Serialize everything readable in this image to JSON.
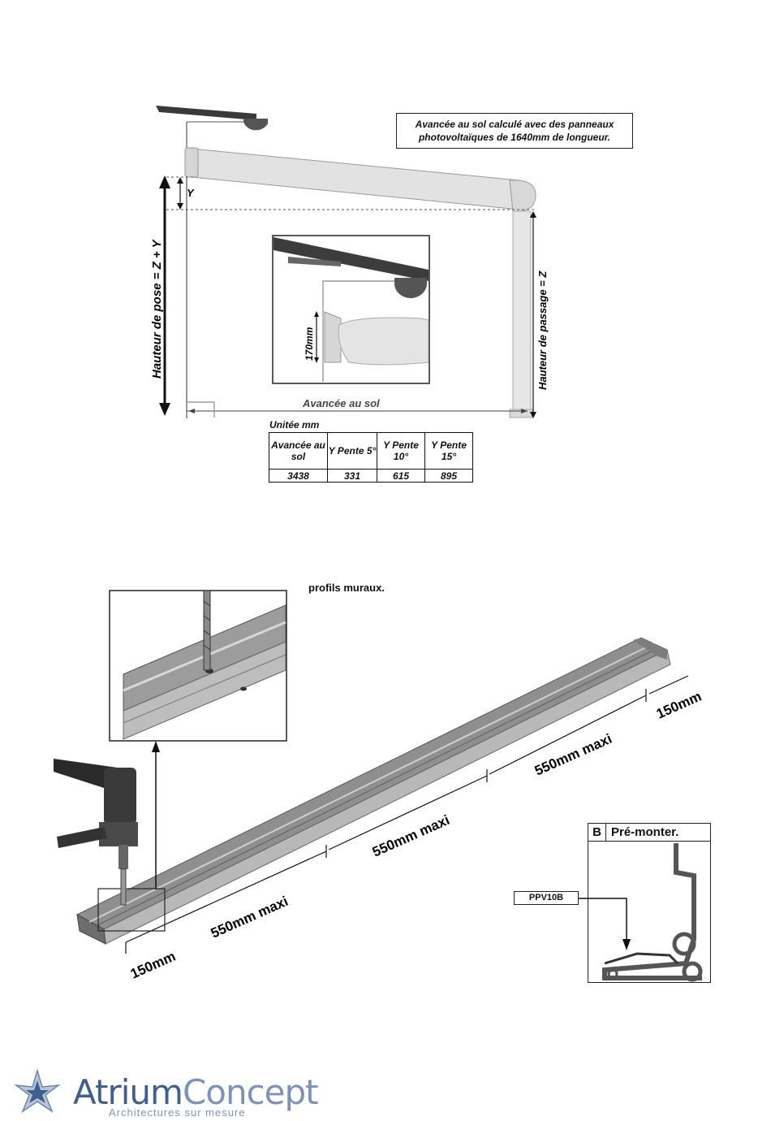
{
  "top_figure": {
    "note": "Avancée au sol calculé avec des panneaux photovoltaïques de 1640mm de longueur.",
    "label_y": "Y",
    "label_hauteur_pose": "Hauteur de pose = Z + Y",
    "label_hauteur_passage": "Hauteur de passage = Z",
    "label_170": "170mm",
    "label_avancee": "Avancée au sol"
  },
  "table": {
    "unit_label": "Unitée mm",
    "headers": [
      "Avancée au sol",
      "Y Pente 5°",
      "Y Pente 10°",
      "Y Pente 15°"
    ],
    "row": [
      "3438",
      "331",
      "615",
      "895"
    ]
  },
  "bottom_figure": {
    "profils_text": "profils muraux.",
    "dim_150_right": "150mm",
    "dim_550_1": "550mm maxi",
    "dim_550_2": "550mm maxi",
    "dim_550_3": "550mm maxi",
    "dim_150_left": "150mm",
    "box_letter": "B",
    "box_title": "Pré-monter.",
    "part_label": "PPV10B"
  },
  "footer": {
    "brand_first": "Atrium",
    "brand_second": "Concept",
    "tagline": "Architectures sur mesure"
  },
  "icons": [
    "power-drill-icon",
    "atrium-star-logo-icon"
  ],
  "colors": {
    "brand_blue": "#3f5f8f",
    "brand_light": "#7d93b5"
  }
}
